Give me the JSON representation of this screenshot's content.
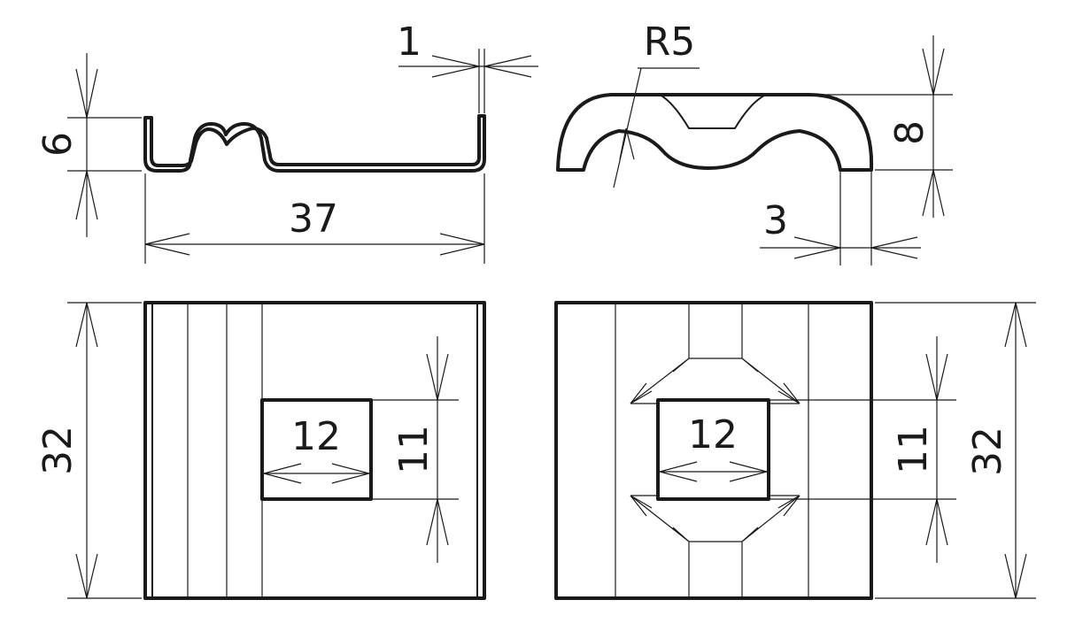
{
  "dimensions": {
    "side_height": "6",
    "side_length": "37",
    "side_thickness": "1",
    "bend_radius": "R5",
    "end_height": "8",
    "end_thickness": "3",
    "left_plan_width": "32",
    "left_window_width": "12",
    "left_window_height": "11",
    "right_window_width": "12",
    "right_window_height": "11",
    "right_plan_width": "32"
  },
  "colors": {
    "line": "#1a1a1a",
    "background": "#ffffff"
  }
}
